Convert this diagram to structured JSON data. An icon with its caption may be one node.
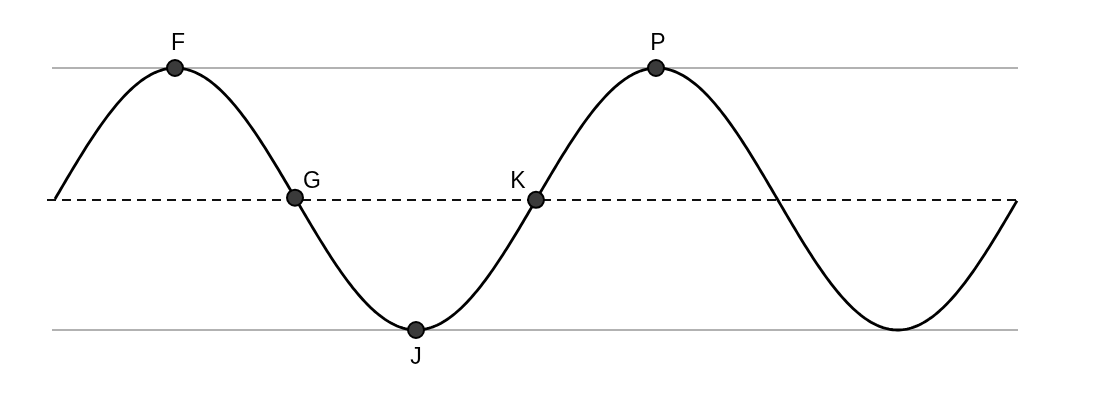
{
  "diagram": {
    "labels": [
      "F",
      "P",
      "G",
      "K",
      "J"
    ]
  }
}
